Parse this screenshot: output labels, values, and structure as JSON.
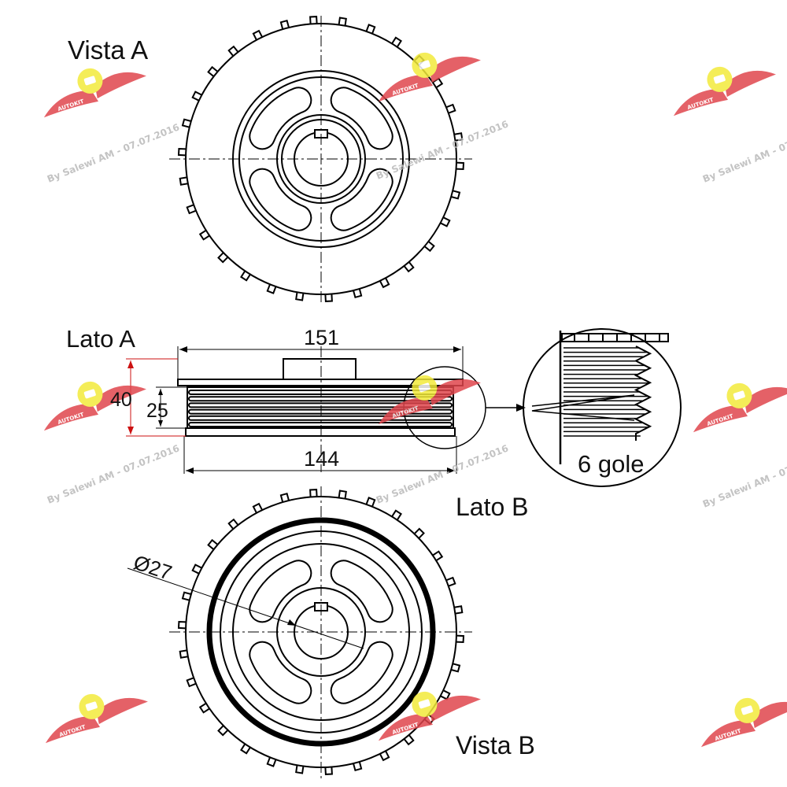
{
  "labels": {
    "vista_a": "Vista A",
    "lato_a": "Lato A",
    "lato_b": "Lato B",
    "vista_b": "Vista B"
  },
  "dimensions": {
    "outer_width": "151",
    "inner_width": "144",
    "total_height": "40",
    "belt_height": "25",
    "bore_diameter": "Ø27"
  },
  "detail": {
    "grooves": "6 gole"
  },
  "watermark": {
    "text": "By Salewi AM - 07.07.2016",
    "logo_text": "AUTOKIT"
  },
  "colors": {
    "line": "#000000",
    "accent_red": "#cc1111",
    "logo_red": "#e0454c",
    "logo_yellow": "#f3ea3a",
    "watermark_gray": "#b9b9b9"
  }
}
